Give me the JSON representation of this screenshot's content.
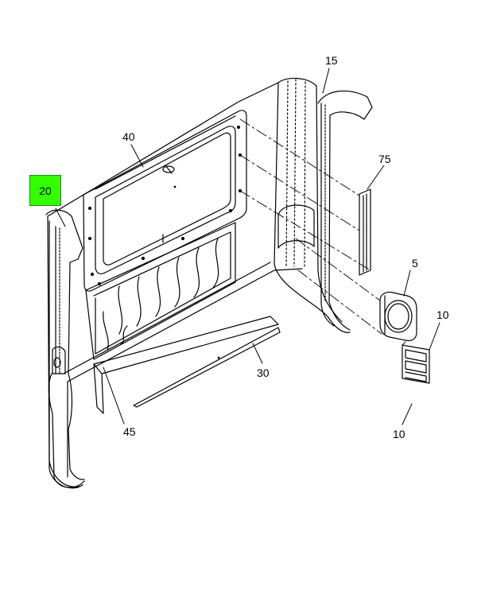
{
  "diagram": {
    "highlight_color": "#33ff00",
    "line_color": "#000000",
    "callouts": [
      {
        "id": "c15",
        "label": "15"
      },
      {
        "id": "c40",
        "label": "40"
      },
      {
        "id": "c75",
        "label": "75"
      },
      {
        "id": "c20",
        "label": "20",
        "highlighted": true
      },
      {
        "id": "c5",
        "label": "5"
      },
      {
        "id": "c10a",
        "label": "10"
      },
      {
        "id": "c30",
        "label": "30"
      },
      {
        "id": "c45",
        "label": "45"
      },
      {
        "id": "c10b",
        "label": "10"
      }
    ]
  }
}
